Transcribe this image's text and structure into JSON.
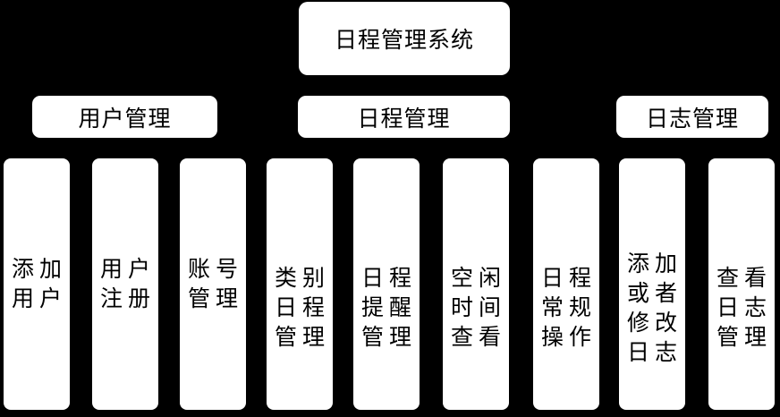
{
  "colors": {
    "background": "#000000",
    "node_fill": "#ffffff",
    "node_text": "#000000"
  },
  "root": {
    "label": "日程管理系统"
  },
  "branches": [
    {
      "label": "用户管理"
    },
    {
      "label": "日程管理"
    },
    {
      "label": "日志管理"
    }
  ],
  "leaves": [
    {
      "label": "添加用户",
      "display": "添加\n用户"
    },
    {
      "label": "用户注册",
      "display": "用户\n注册"
    },
    {
      "label": "账号管理",
      "display": "账号\n管理"
    },
    {
      "label": "类别日程管理",
      "display": "类别\n日程\n管理"
    },
    {
      "label": "日程提醒管理",
      "display": "日程\n提醒\n管理"
    },
    {
      "label": "空闲时间查看",
      "display": "空闲\n时间\n查看"
    },
    {
      "label": "日程常规操作",
      "display": "日程\n常规\n操作"
    },
    {
      "label": "添加或者修改日志",
      "display": "添加\n或者\n修改\n日志"
    },
    {
      "label": "查看日志管理",
      "display": "查看\n日志\n管理"
    }
  ]
}
